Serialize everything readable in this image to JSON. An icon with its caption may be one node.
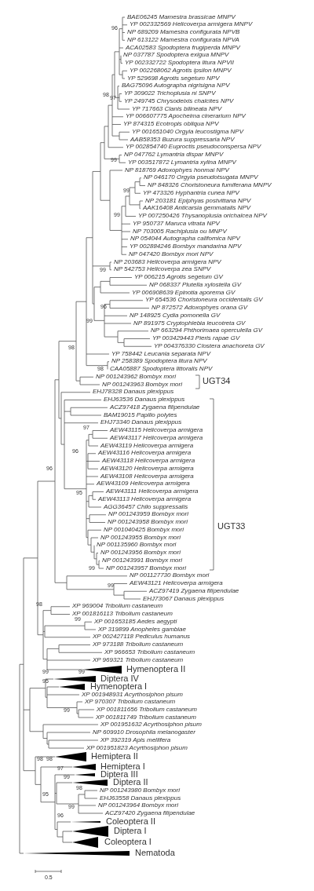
{
  "diagram": {
    "labels": [
      "BAE06245 Mamestra brassicae MNPV",
      "YP 002332569 Helicoverpa armigera MNPV",
      "96",
      "NP 689209 Mamestra configurata NPVB",
      "NP 613122 Mamestra configurata NPVA",
      "ACA02583 Spodoptera frugiperda MNPV",
      "NP 037787 Spodoptera exigua MNPV",
      "YP 002332722 Spodoptera litura NPVII",
      "YP 002268062 Agrotis ipsilon MNPV",
      "YP 529698 Agrotis segetum NPV",
      "BAG75096 Autographa nigrisigna NPV",
      "YP 309022 Trichoplusia ni SNPV",
      "98",
      "97",
      "YP 249745 Chrysodeixis chalcites NPV",
      "YP 717663 Clanis bilineata NPV",
      "YP 006607775 Apocheima cinerarium NPV",
      "YP 874315 Ecotropis obliqua NPV",
      "YP 001651040 Orgyia leucostigma NPV",
      "AAB58353 Buzura suppressaria NPV",
      "YP 002854740 Euproctis pseudoconspersa NPV",
      "NP 047762 Lymantria dispar MNPV",
      "99",
      "YP 003517872 Lymantria xylina MNPV",
      "NP 818769 Adoxophyes honmai NPV",
      "NP 046170 Orgyia pseudotsugata MNPV",
      "NP 848326 Choristoneura fumiferana MNPV",
      "99",
      "YP 473326 Hyphantria cunea NPV",
      "NP 203181 Epiphyas postvittana NPV",
      "AAK16408 Anticarsia gemmatalis NPV",
      "99",
      "YP 007250426 Thysanoplusia orichalcea NPV",
      "YP 950737 Maruca vitrata NPV",
      "NP 703005 Rachiplusia ou MNPV",
      "NP 054044 Autographa californica NPV",
      "YP 002884246 Bombyx mandarina NPV",
      "NP 047420 Bombyx mori NPV",
      "NP 203683 Helicoverpa armigera NPV",
      "NP 542753 Helicoverpa zea SNPV",
      "99",
      "YP 006215 Agrotis segetum GV",
      "NP 068337 Plutella xylostella GV",
      "YP 006908639 Epinotia aporema GV",
      "YP 654536 Choristoneura occidentalis GV",
      "NP 872572 Adoxophyes orana GV",
      "96",
      "NP 148925 Cydia pomonella GV",
      "99",
      "NP 891975 Cryptophlebia leucotreta GV",
      "NP 663294 Phthorimaea operculella GV",
      "YP 003429443 Pieris rapae GV",
      "YP 004376330 Clostera anachoreta GV",
      "98",
      "YP 758442 Leucania separata NPV",
      "NP 258389 Spodoptera litura NPV",
      "CAA05887 Spodoptera littoralis NPV",
      "98",
      "NP 001243962 Bombyx mori",
      "NP 001243963 Bombyx mori",
      "UGT34",
      "EHJ78328 Danaus plexippus",
      "EHJ63536 Danaus plexippus",
      "ACZ97418 Zygaena filipendulae",
      "BAM19015 Papilio polytes",
      "EHJ73340 Danaus plexippus",
      "97",
      "AEW43115 Helicoverpa armigera",
      "AEW43117 Helicoverpa armigera",
      "AEW43119 Helicoverpa armigera",
      "96",
      "AEW43116 Helicoverpa armigera",
      "AEW43118 Helicoverpa armigera",
      "AEW43120 Helicoverpa armigera",
      "96",
      "AEW43108 Helicoverpa armigera",
      "AEW43109 Helicoverpa armigera",
      "AEW43111 Helicoverpa armigera",
      "95",
      "AEW43113 Helicoverpa armigera",
      "AGG36457 Chilo suppressalis",
      "NP 001243959 Bombyx mori",
      "NP 001243958 Bombyx mori",
      "UGT33",
      "NP 001040425 Bombyx mori",
      "NP 001243955 Bombyx mori",
      "NP 001135960 Bombyx mori",
      "NP 001243956 Bombyx mori",
      "NP 001243991 Bombyx mori",
      "NP 001243957 Bombyx mori",
      "99",
      "NP 001127730 Bombyx mori",
      "AEW43121 Helicoverpa armigera",
      "99",
      "ACZ97419 Zygaena filipendulae",
      "EHJ73067 Danaus plexippus",
      "98",
      "XP 969004 Tribolium castaneum",
      "XP 001816113 Tribolium castaneum",
      "99",
      "XP 001653185 Aedes aegypti",
      "XP 319899 Anopheles gambiae",
      "XP 002427118 Pediculus humanus",
      "XP 973188 Tribolium castaneum",
      "XP 966653 Tribolium castaneum",
      "XP 969321 Tribolium castaneum",
      "Hymenoptera II",
      "99",
      "99",
      "Diptera IV",
      "95",
      "Hymenoptera I",
      "XP 001948931 Acyrthosiphon pisum",
      "XP 970307 Tribolium castaneum",
      "XP 001811656 Tribolium castaneum",
      "99",
      "XP 001811749 Tribolium castaneum",
      "XP 001951632 Acyrthosiphon pisum",
      "NP 609910 Drosophila melanogaster",
      "XP 392319 Apis mellifera",
      "XP 001951823 Acyrthosiphon pisum",
      "Hemiptera II",
      "98",
      "98",
      "Hemiptera I",
      "97",
      "Diptera III",
      "99",
      "Diptera II",
      "98",
      "NP 001243980 Bombyx mori",
      "95",
      "EHJ63558 Danaus plexippus",
      "NP 001243964 Bombyx mori",
      "99",
      "ACZ97420 Zygaena filipendulae",
      "96",
      "Coleoptera II",
      "Diptera I",
      "Coleoptera I",
      "Nematoda",
      "0.5"
    ]
  }
}
